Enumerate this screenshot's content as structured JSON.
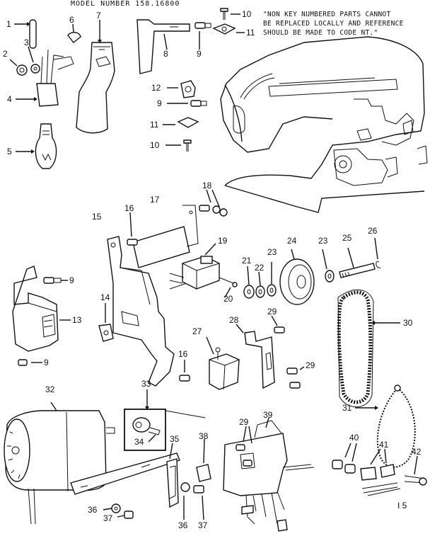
{
  "header": {
    "model_label": "MODEL NUMBER 158.16800"
  },
  "note": {
    "lines": [
      "\"NON KEY NUMBERED PARTS CANNOT",
      "BE REPLACED LOCALLY AND REFERENCE",
      "SHOULD BE MADE TO CODE NT.\""
    ]
  },
  "footer": {
    "page_code": "I 5"
  },
  "callouts": [
    {
      "id": "c1",
      "label": "1"
    },
    {
      "id": "c2",
      "label": "2"
    },
    {
      "id": "c3",
      "label": "3"
    },
    {
      "id": "c4",
      "label": "4"
    },
    {
      "id": "c5",
      "label": "5"
    },
    {
      "id": "c6",
      "label": "6"
    },
    {
      "id": "c7",
      "label": "7"
    },
    {
      "id": "c8",
      "label": "8"
    },
    {
      "id": "c9a",
      "label": "9"
    },
    {
      "id": "c10a",
      "label": "10"
    },
    {
      "id": "c11a",
      "label": "11"
    },
    {
      "id": "c12",
      "label": "12"
    },
    {
      "id": "c9b",
      "label": "9"
    },
    {
      "id": "c11b",
      "label": "11"
    },
    {
      "id": "c10b",
      "label": "10"
    },
    {
      "id": "c18",
      "label": "18"
    },
    {
      "id": "c15",
      "label": "15"
    },
    {
      "id": "c16a",
      "label": "16"
    },
    {
      "id": "c17",
      "label": "17"
    },
    {
      "id": "c19",
      "label": "19"
    },
    {
      "id": "c21",
      "label": "21"
    },
    {
      "id": "c22",
      "label": "22"
    },
    {
      "id": "c23a",
      "label": "23"
    },
    {
      "id": "c24",
      "label": "24"
    },
    {
      "id": "c23b",
      "label": "23"
    },
    {
      "id": "c25",
      "label": "25"
    },
    {
      "id": "c26",
      "label": "26"
    },
    {
      "id": "c20",
      "label": "20"
    },
    {
      "id": "c9c",
      "label": "9"
    },
    {
      "id": "c13",
      "label": "13"
    },
    {
      "id": "c9d",
      "label": "9"
    },
    {
      "id": "c14",
      "label": "14"
    },
    {
      "id": "c28",
      "label": "28"
    },
    {
      "id": "c29a",
      "label": "29"
    },
    {
      "id": "c30",
      "label": "30"
    },
    {
      "id": "c27",
      "label": "27"
    },
    {
      "id": "c16b",
      "label": "16"
    },
    {
      "id": "c29b",
      "label": "29"
    },
    {
      "id": "c33",
      "label": "33"
    },
    {
      "id": "c32",
      "label": "32"
    },
    {
      "id": "c31",
      "label": "31"
    },
    {
      "id": "c34",
      "label": "34"
    },
    {
      "id": "c35",
      "label": "35"
    },
    {
      "id": "c38",
      "label": "38"
    },
    {
      "id": "c29c",
      "label": "29"
    },
    {
      "id": "c39",
      "label": "39"
    },
    {
      "id": "c40",
      "label": "40"
    },
    {
      "id": "c41",
      "label": "41"
    },
    {
      "id": "c42",
      "label": "42"
    },
    {
      "id": "c36a",
      "label": "36"
    },
    {
      "id": "c37a",
      "label": "37"
    },
    {
      "id": "c36b",
      "label": "36"
    },
    {
      "id": "c37b",
      "label": "37"
    }
  ]
}
